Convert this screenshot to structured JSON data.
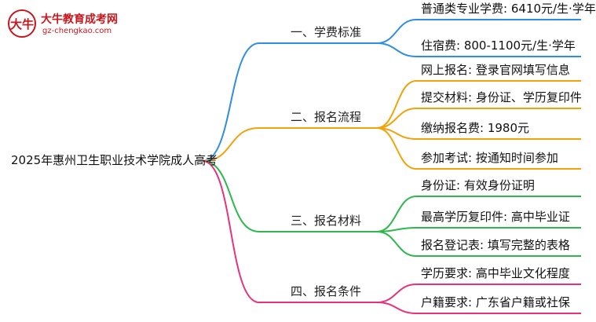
{
  "logo": {
    "badge": "大牛",
    "title": "大牛教育成考网",
    "url": "gz-chengkao.com"
  },
  "root": "2025年惠州卫生职业技术学院成人高考",
  "branches": [
    {
      "label": "一、学费标准",
      "color": "#2f8de4",
      "leaves": [
        "普通类专业学费: 6410元/生·学年",
        "住宿费: 800-1100元/生·学年"
      ]
    },
    {
      "label": "二、报名流程",
      "color": "#f0a30a",
      "leaves": [
        "网上报名: 登录官网填写信息",
        "提交材料: 身份证、学历复印件",
        "缴纳报名费: 1980元",
        "参加考试: 按通知时间参加"
      ]
    },
    {
      "label": "三、报名材料",
      "color": "#2db84d",
      "leaves": [
        "身份证: 有效身份证明",
        "最高学历复印件: 高中毕业证",
        "报名登记表: 填写完整的表格"
      ]
    },
    {
      "label": "四、报名条件",
      "color": "#e8317a",
      "leaves": [
        "学历要求: 高中毕业文化程度",
        "户籍要求: 广东省户籍或社保"
      ]
    }
  ]
}
